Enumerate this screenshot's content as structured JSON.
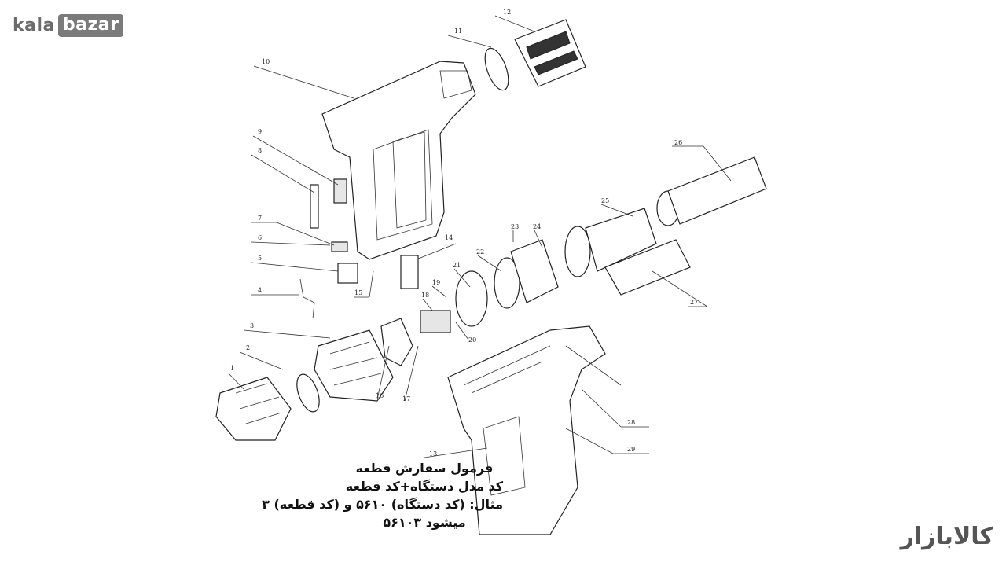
{
  "brand": {
    "logo_kala": "kala",
    "logo_bazar": "bazar",
    "logo_fa": "کالابازار"
  },
  "order_note": {
    "line1": "فرمول سفارش قطعه",
    "line2": "کد مدل دستگاه+کد قطعه",
    "line3": "مثال: (کد دستگاه) ۵۶۱۰ و (کد قطعه) ۳",
    "line4": "میشود ۵۶۱۰۳"
  },
  "part_numbers": [
    "1",
    "2",
    "3",
    "4",
    "5",
    "6",
    "7",
    "8",
    "9",
    "10",
    "11",
    "12",
    "13",
    "14",
    "15",
    "16",
    "17",
    "18",
    "19",
    "20",
    "21",
    "22",
    "23",
    "24",
    "25",
    "26",
    "27",
    "28",
    "29"
  ]
}
